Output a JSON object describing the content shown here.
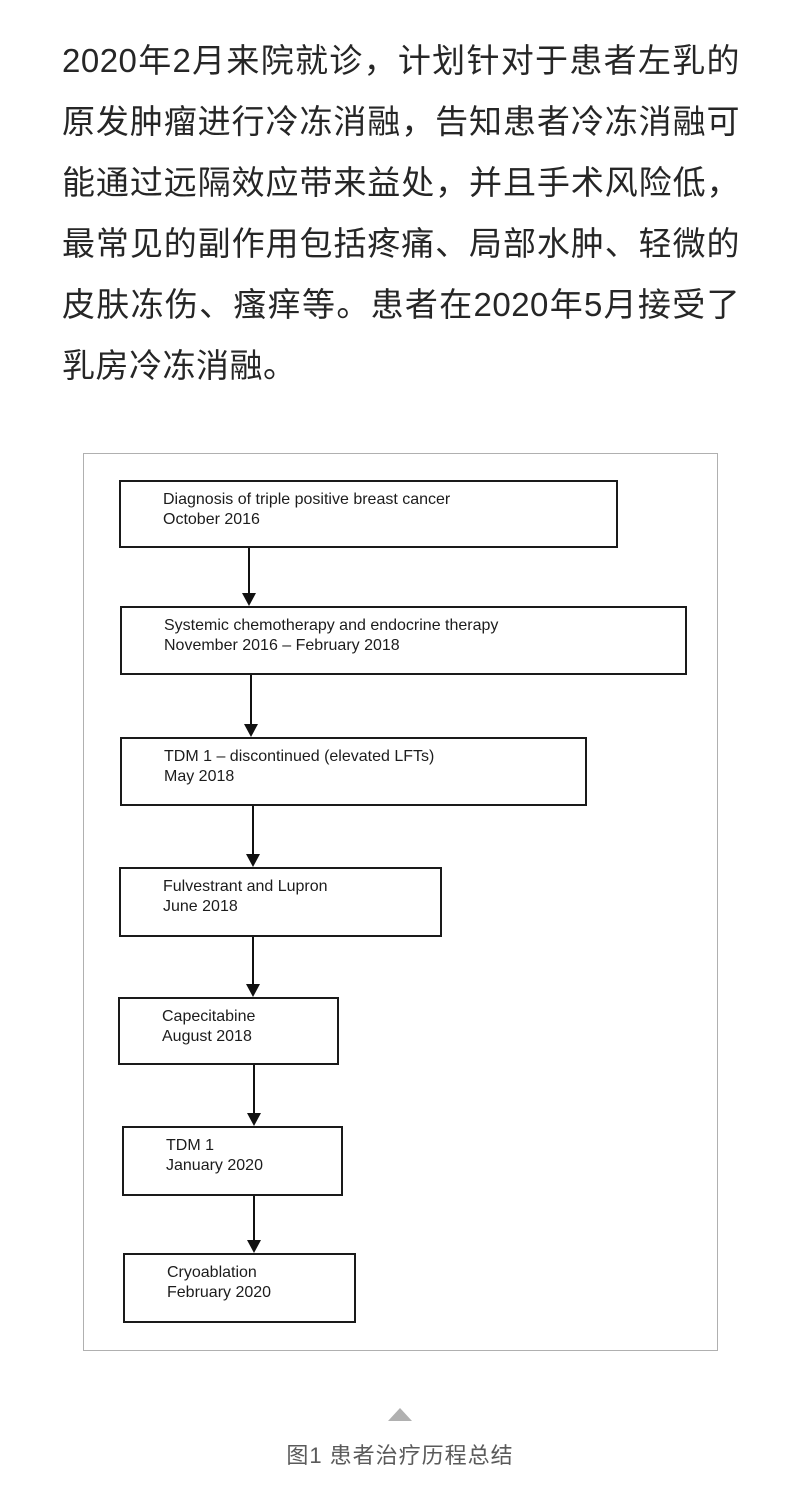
{
  "paragraph": {
    "lines": [
      "2020年2月来院就诊，计划针对于患者左乳的",
      "原发肿瘤进行冷冻消融，告知患者冷冻消融可",
      "能通过远隔效应带来益处，并且手术风险低，",
      "最常见的副作用包括疼痛、局部水肿、轻微的",
      "皮肤冻伤、瘙痒等。患者在2020年5月接受了",
      "乳房冷冻消融。"
    ]
  },
  "flowchart": {
    "boxes": [
      {
        "line1": "Diagnosis of triple positive breast cancer",
        "line2": "October 2016"
      },
      {
        "line1": "Systemic chemotherapy and endocrine therapy",
        "line2": "November 2016 – February 2018"
      },
      {
        "line1": "TDM 1 – discontinued (elevated LFTs)",
        "line2": "May 2018"
      },
      {
        "line1": "Fulvestrant and Lupron",
        "line2": "June 2018"
      },
      {
        "line1": "Capecitabine",
        "line2": "August 2018"
      },
      {
        "line1": "TDM 1",
        "line2": "January 2020"
      },
      {
        "line1": "Cryoablation",
        "line2": "February 2020"
      }
    ]
  },
  "figure": {
    "caption": "图1 患者治疗历程总结",
    "collapse_icon": "triangle-up-icon"
  },
  "colors": {
    "body_text": "#262626",
    "box_border": "#1a1a1a",
    "container_border": "#b0b0b0",
    "caption_text": "#5a5a5a",
    "triangle": "#b0b0b0"
  }
}
